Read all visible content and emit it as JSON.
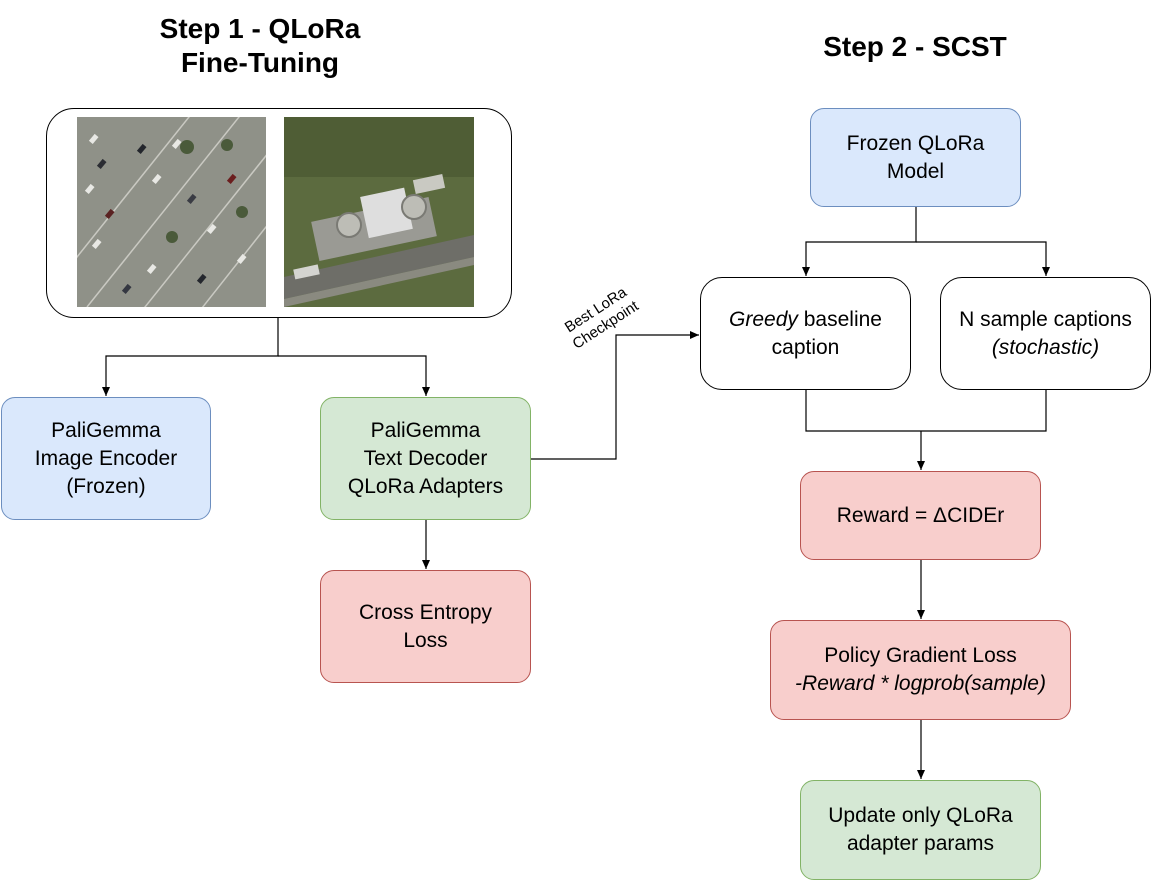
{
  "titles": {
    "step1_line1": "Step 1 - QLoRa",
    "step1_line2": "Fine-Tuning",
    "step2": "Step 2 - SCST"
  },
  "nodes": {
    "image_encoder": {
      "lines": [
        "PaliGemma",
        "Image Encoder",
        "(Frozen)"
      ],
      "color": "#dae8fc"
    },
    "text_decoder": {
      "lines": [
        "PaliGemma",
        "Text Decoder",
        "QLoRa Adapters"
      ],
      "color": "#d5e8d4"
    },
    "ce_loss": {
      "lines": [
        "Cross Entropy",
        "Loss"
      ],
      "color": "#f8cecc"
    },
    "frozen_model": {
      "lines": [
        "Frozen QLoRa",
        "Model"
      ],
      "color": "#dae8fc"
    },
    "greedy": {
      "italic": "Greedy",
      "rest": " baseline",
      "line2": "caption"
    },
    "samples": {
      "line1": "N sample captions",
      "line2": "(stochastic)"
    },
    "reward": {
      "text": "Reward = ΔCIDEr",
      "color": "#f8cecc"
    },
    "pg_loss": {
      "line1": "Policy Gradient Loss",
      "line2": "-Reward * logprob(sample)",
      "color": "#f8cecc"
    },
    "update": {
      "lines": [
        "Update only QLoRa",
        "adapter params"
      ],
      "color": "#d5e8d4"
    }
  },
  "edge_label": {
    "line1": "Best LoRa",
    "line2": "Checkpoint"
  }
}
